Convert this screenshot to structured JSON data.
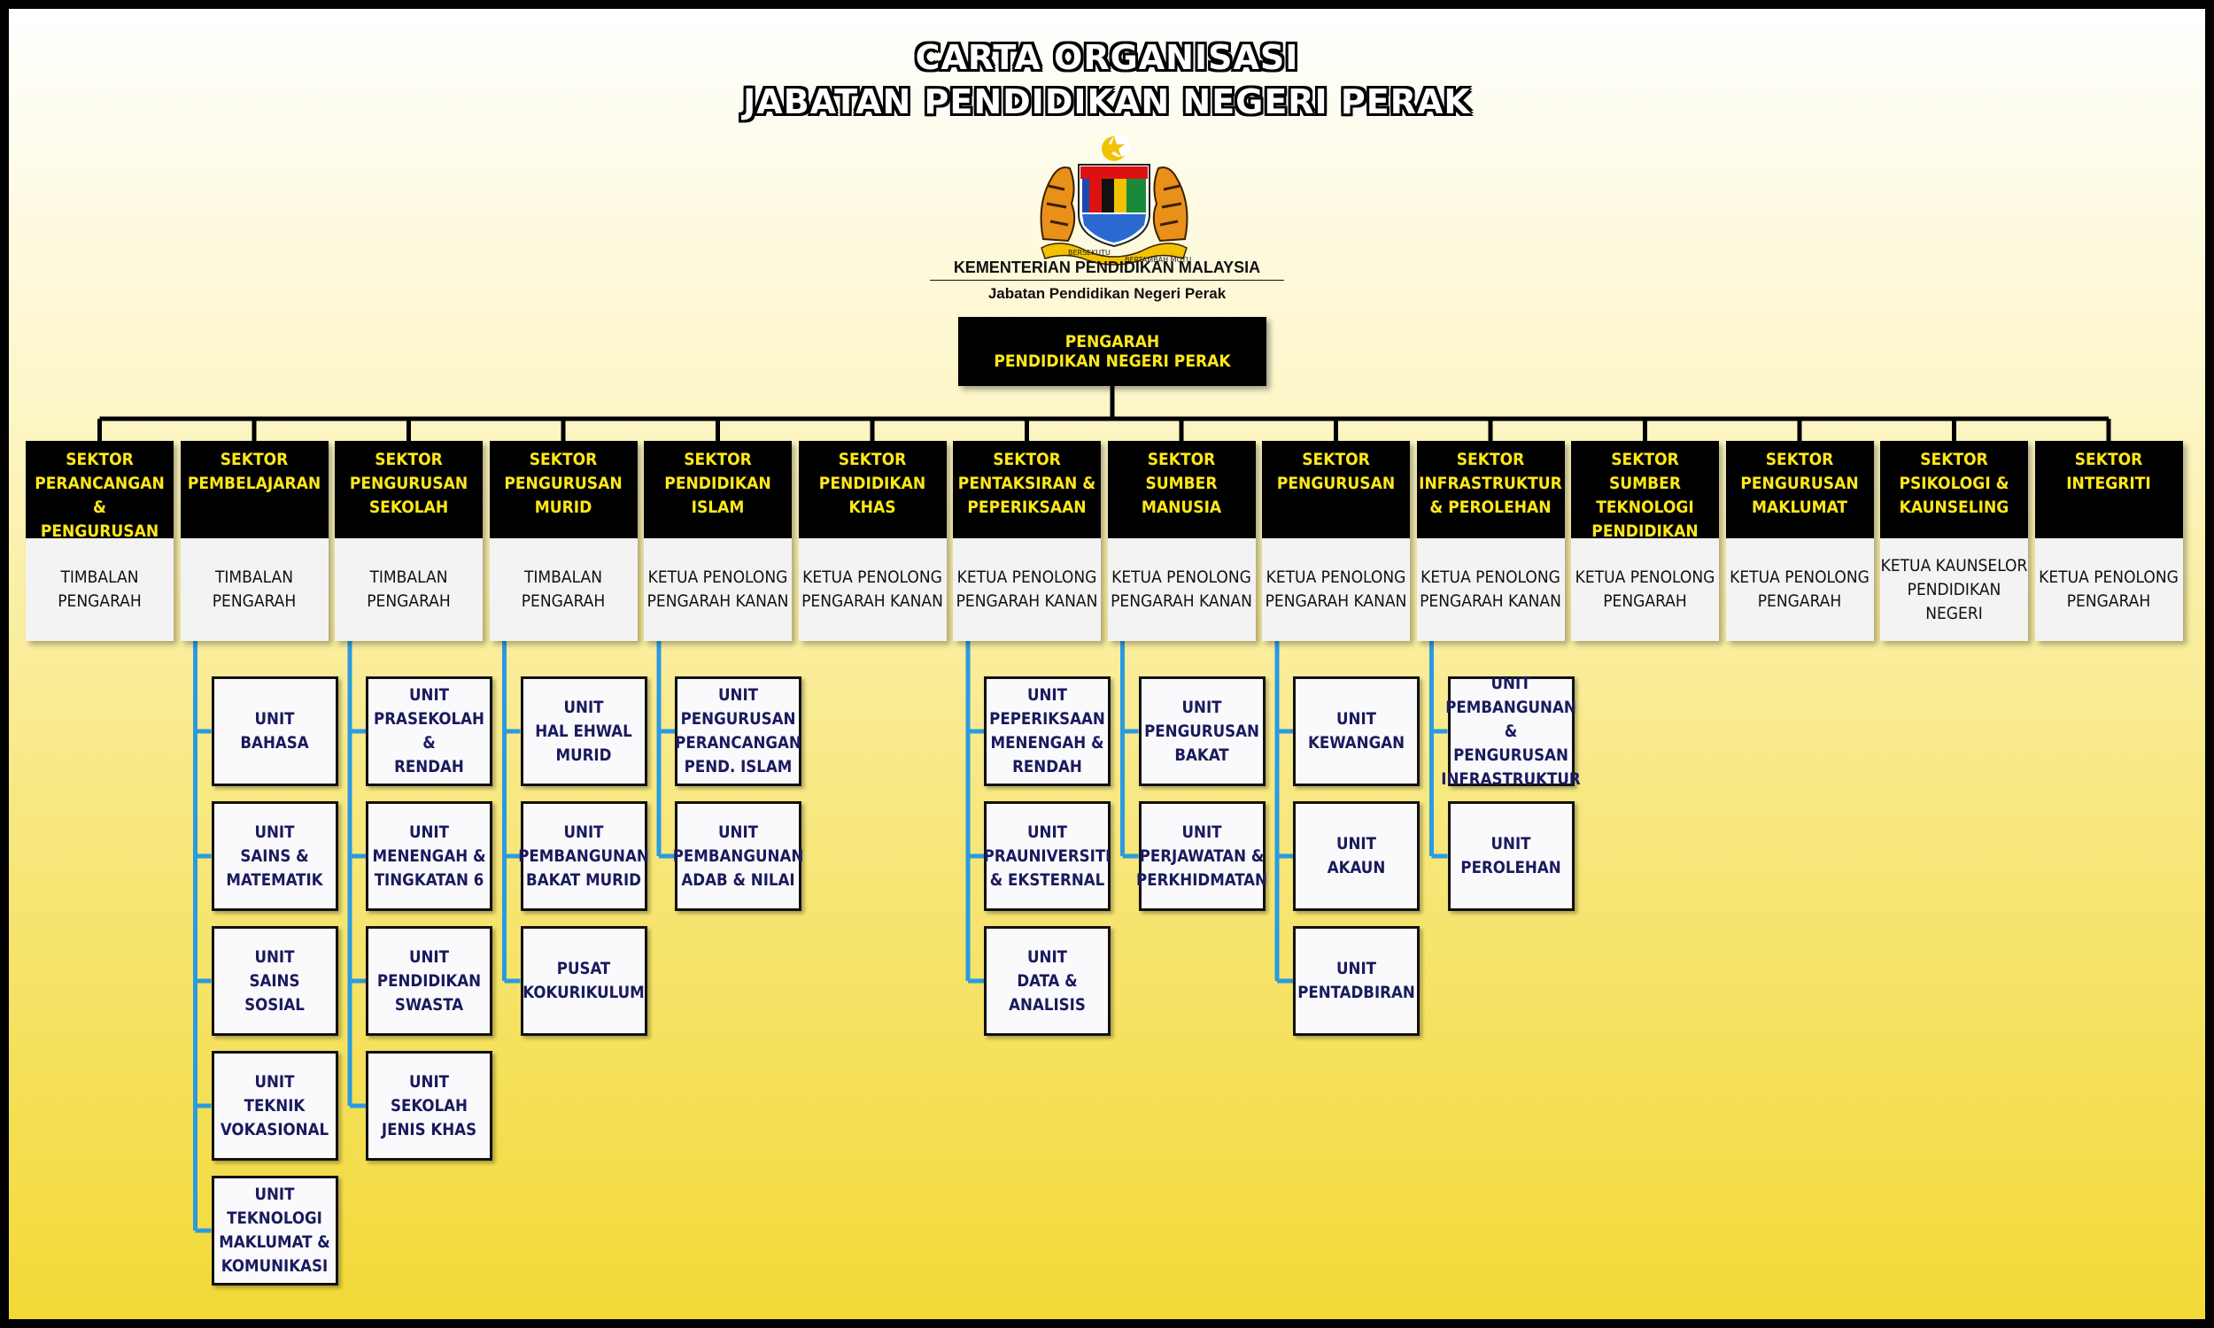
{
  "header": {
    "title_line1": "CARTA ORGANISASI",
    "title_line2": "JABATAN PENDIDIKAN NEGERI PERAK",
    "ministry": "KEMENTERIAN PENDIDIKAN MALAYSIA",
    "department": "Jabatan Pendidikan Negeri Perak",
    "crest_motto_left": "BERSEKUTU",
    "crest_motto_right": "BERTAMBAH MUTU"
  },
  "director": {
    "line1": "PENGARAH",
    "line2": "PENDIDIKAN NEGERI PERAK"
  },
  "colors": {
    "accent_yellow": "#ffe81a",
    "connector_blue": "#2a9be0",
    "unit_text": "#1a1a5e",
    "black": "#000000"
  },
  "sectors": [
    {
      "title": "SEKTOR\nPERANCANGAN\n&\nPENGURUSAN PPD",
      "head": "TIMBALAN\nPENGARAH",
      "units": []
    },
    {
      "title": "SEKTOR\nPEMBELAJARAN",
      "head": "TIMBALAN\nPENGARAH",
      "units": [
        "UNIT\nBAHASA",
        "UNIT\nSAINS &\nMATEMATIK",
        "UNIT\nSAINS\nSOSIAL",
        "UNIT\nTEKNIK\nVOKASIONAL",
        "UNIT\nTEKNOLOGI\nMAKLUMAT &\nKOMUNIKASI"
      ]
    },
    {
      "title": "SEKTOR\nPENGURUSAN\nSEKOLAH",
      "head": "TIMBALAN\nPENGARAH",
      "units": [
        "UNIT\nPRASEKOLAH &\nRENDAH",
        "UNIT\nMENENGAH &\nTINGKATAN 6",
        "UNIT\nPENDIDIKAN\nSWASTA",
        "UNIT\nSEKOLAH\nJENIS KHAS"
      ]
    },
    {
      "title": "SEKTOR\nPENGURUSAN\nMURID",
      "head": "TIMBALAN\nPENGARAH",
      "units": [
        "UNIT\nHAL EHWAL\nMURID",
        "UNIT\nPEMBANGUNAN\nBAKAT MURID",
        "PUSAT\nKOKURIKULUM"
      ]
    },
    {
      "title": "SEKTOR\nPENDIDIKAN\nISLAM",
      "head": "KETUA PENOLONG\nPENGARAH KANAN",
      "units": [
        "UNIT\nPENGURUSAN\nPERANCANGAN\nPEND. ISLAM",
        "UNIT\nPEMBANGUNAN\nADAB & NILAI"
      ]
    },
    {
      "title": "SEKTOR\nPENDIDIKAN\nKHAS",
      "head": "KETUA PENOLONG\nPENGARAH KANAN",
      "units": []
    },
    {
      "title": "SEKTOR\nPENTAKSIRAN &\nPEPERIKSAAN",
      "head": "KETUA PENOLONG\nPENGARAH KANAN",
      "units": [
        "UNIT\nPEPERIKSAAN\nMENENGAH &\nRENDAH",
        "UNIT\nPRAUNIVERSITI\n& EKSTERNAL",
        "UNIT\nDATA &\nANALISIS"
      ]
    },
    {
      "title": "SEKTOR\nSUMBER\nMANUSIA",
      "head": "KETUA PENOLONG\nPENGARAH KANAN",
      "units": [
        "UNIT\nPENGURUSAN\nBAKAT",
        "UNIT\nPERJAWATAN &\nPERKHIDMATAN"
      ]
    },
    {
      "title": "SEKTOR\nPENGURUSAN",
      "head": "KETUA PENOLONG\nPENGARAH KANAN",
      "units": [
        "UNIT\nKEWANGAN",
        "UNIT\nAKAUN",
        "UNIT\nPENTADBIRAN"
      ]
    },
    {
      "title": "SEKTOR\nINFRASTRUKTUR\n& PEROLEHAN",
      "head": "KETUA PENOLONG\nPENGARAH KANAN",
      "units": [
        "UNIT\nPEMBANGUNAN &\nPENGURUSAN\nINFRASTRUKTUR",
        "UNIT\nPEROLEHAN"
      ]
    },
    {
      "title": "SEKTOR\nSUMBER\nTEKNOLOGI\nPENDIDIKAN",
      "head": "KETUA PENOLONG\nPENGARAH",
      "units": []
    },
    {
      "title": "SEKTOR\nPENGURUSAN\nMAKLUMAT",
      "head": "KETUA PENOLONG\nPENGARAH",
      "units": []
    },
    {
      "title": "SEKTOR\nPSIKOLOGI &\nKAUNSELING",
      "head": "KETUA KAUNSELOR\nPENDIDIKAN NEGERI",
      "units": []
    },
    {
      "title": "SEKTOR\nINTEGRITI",
      "head": "KETUA PENOLONG\nPENGARAH",
      "units": []
    }
  ]
}
